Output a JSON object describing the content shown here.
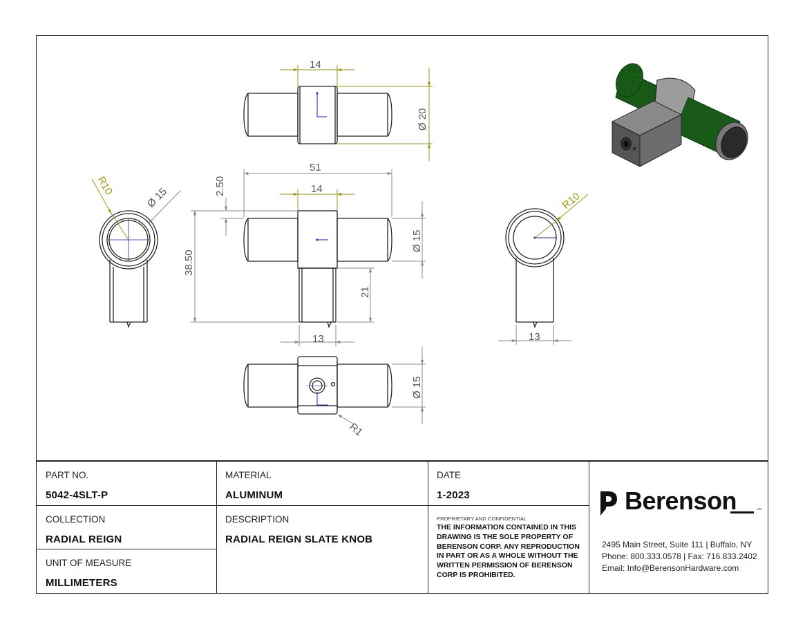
{
  "dimensions": {
    "top_width": "14",
    "top_dia": "Ø 20",
    "overall_length": "51",
    "front_width": "14",
    "cap_offset": "2.50",
    "overall_height": "38.50",
    "front_dia": "Ø 15",
    "stem_height": "21",
    "stem_width": "13",
    "bottom_dia": "Ø 15",
    "bottom_radius": "R1",
    "left_radius": "R10",
    "left_dia": "Ø 15",
    "right_radius": "R10",
    "right_stem_width": "13"
  },
  "title_block": {
    "part_no_label": "PART NO.",
    "part_no": "5042-4SLT-P",
    "collection_label": "COLLECTION",
    "collection": "RADIAL REIGN",
    "uom_label": "UNIT OF MEASURE",
    "uom": "MILLIMETERS",
    "material_label": "MATERIAL",
    "material": "ALUMINUM",
    "description_label": "DESCRIPTION",
    "description": "RADIAL REIGN SLATE KNOB",
    "date_label": "DATE",
    "date": "1-2023",
    "confidential_head": "PROPRIETARY AND CONFIDENTIAL",
    "confidential_body": "THE INFORMATION CONTAINED IN THIS DRAWING IS THE SOLE PROPERTY OF BERENSON CORP. ANY REPRODUCTION IN PART OR AS A WHOLE WITHOUT THE WRITTEN PERMISSION OF BERENSON CORP IS PROHIBITED."
  },
  "company": {
    "name": "Berenson",
    "trademark": "™",
    "address": "2495 Main Street, Suite 111 | Buffalo, NY",
    "phone": "Phone: 800.333.0578 | Fax: 716.833.2402",
    "email": "Email: Info@BerensonHardware.com"
  },
  "colors": {
    "dimension": "#9a9a10",
    "centerline": "#2020c0",
    "knurl": "#1e6b1e"
  }
}
